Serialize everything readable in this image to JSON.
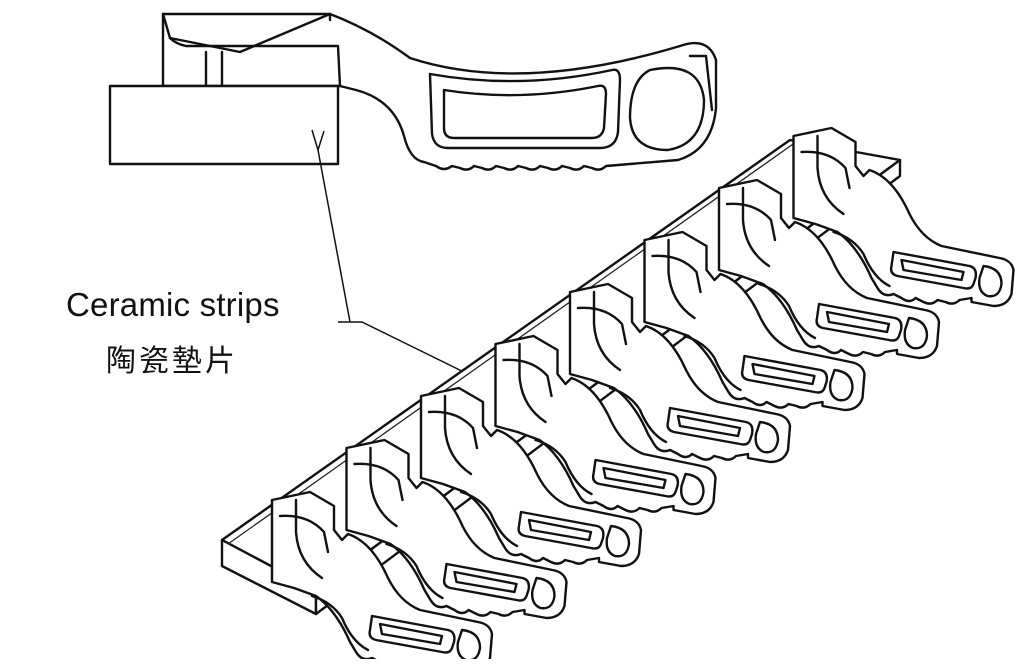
{
  "diagram": {
    "label_en": "Ceramic strips",
    "label_zh": "陶瓷墊片",
    "parts": {
      "detail_part": "single-part-detail",
      "ceramic_block": "ceramic-strip-block",
      "part_count_in_row": 8
    }
  }
}
